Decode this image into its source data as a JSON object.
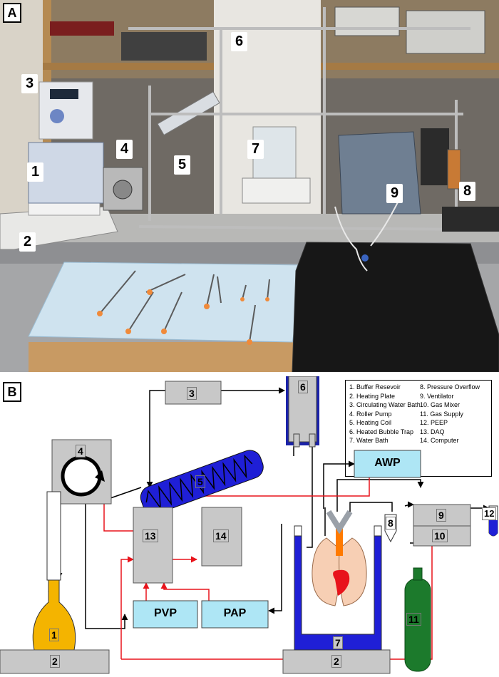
{
  "panels": {
    "a": "A",
    "b": "B"
  },
  "photo_labels": [
    "1",
    "2",
    "3",
    "4",
    "5",
    "6",
    "7",
    "8",
    "9"
  ],
  "legend": {
    "left": [
      "1. Buffer Resevoir",
      "2. Heating Plate",
      "3. Circulating Water Bath",
      "4. Roller Pump",
      "5. Heating Coil",
      "6. Heated Bubble Trap",
      "7. Water Bath"
    ],
    "right": [
      "8. Pressure Overflow",
      "9.  Ventilator",
      "10. Gas Mixer",
      "11. Gas Supply",
      "12. PEEP",
      "13. DAQ",
      "14. Computer"
    ]
  },
  "blocks": {
    "b1": "1",
    "b2a": "2",
    "b2b": "2",
    "b3": "3",
    "b4": "4",
    "b5": "5",
    "b6": "6",
    "b7": "7",
    "b8": "8",
    "b9": "9",
    "b10": "10",
    "b11": "11",
    "b12": "12",
    "b13": "13",
    "b14": "14",
    "awp": "AWP",
    "pvp": "PVP",
    "pap": "PAP"
  },
  "colors": {
    "red": "#e8131b",
    "blue": "#1f1fd6",
    "navy": "#1a22a8",
    "cyan": "#aee6f5",
    "gray": "#c8c8c8",
    "green": "#1c7a2c",
    "flask": "#f4b400"
  }
}
